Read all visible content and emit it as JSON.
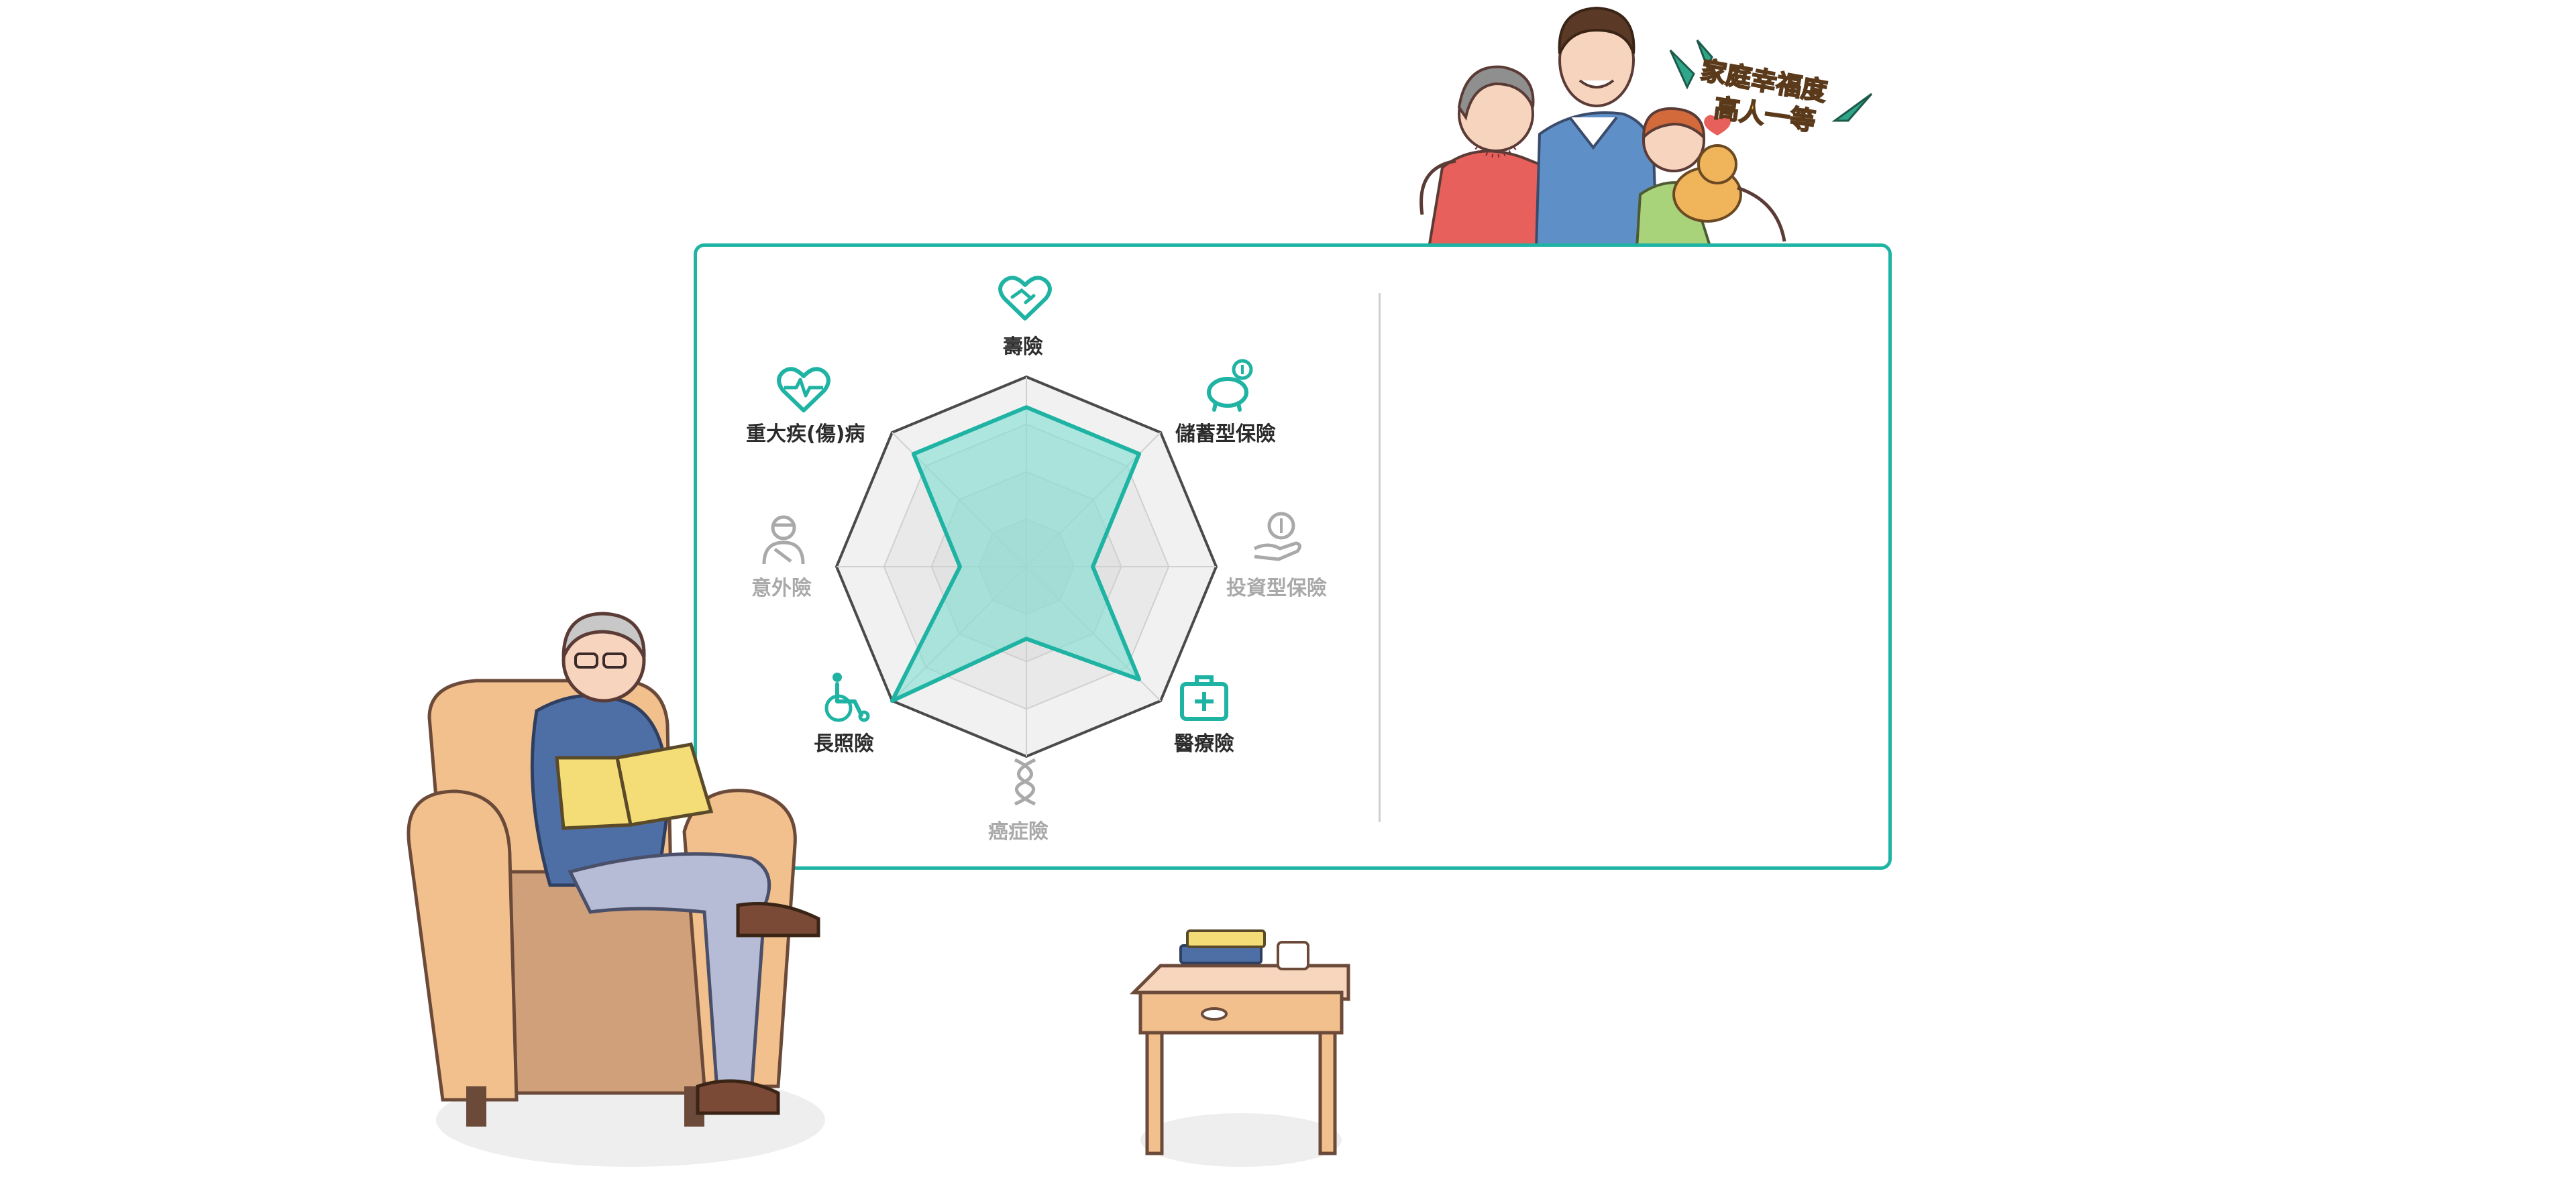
{
  "family_banner": {
    "line1": "家庭幸福度",
    "line2": "高人一等"
  },
  "radar": {
    "axes": [
      {
        "label": "壽險",
        "icon": "handshake-heart-icon",
        "active": true,
        "value": 0.84
      },
      {
        "label": "儲蓄型保險",
        "icon": "piggy-bank-icon",
        "active": true,
        "value": 0.84
      },
      {
        "label": "投資型保險",
        "icon": "money-hand-icon",
        "active": false,
        "value": 0.35
      },
      {
        "label": "醫療險",
        "icon": "medical-kit-icon",
        "active": true,
        "value": 0.84
      },
      {
        "label": "癌症險",
        "icon": "dna-icon",
        "active": false,
        "value": 0.38
      },
      {
        "label": "長照險",
        "icon": "wheelchair-icon",
        "active": true,
        "value": 1.0
      },
      {
        "label": "意外險",
        "icon": "injured-person-icon",
        "active": false,
        "value": 0.35
      },
      {
        "label": "重大疾(傷)病",
        "icon": "heart-pulse-icon",
        "active": true,
        "value": 0.84
      }
    ],
    "levels": 4,
    "colors": {
      "fill": "#7fe0d3",
      "stroke": "#1fb3a3",
      "outline": "#4a4a4a",
      "active_icon": "#1fb3a3",
      "inactive_icon": "#a9a9a9"
    }
  }
}
